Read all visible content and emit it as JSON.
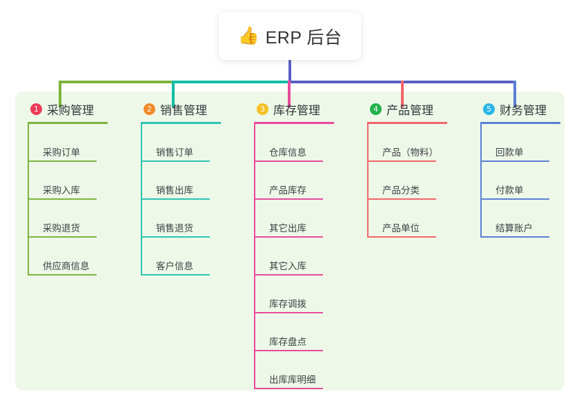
{
  "root": {
    "icon": "thumbs-up-icon",
    "icon_glyph": "👍",
    "title": "ERP 后台"
  },
  "theme": {
    "panel_bg": "#eef8e8",
    "page_bg": "#ffffff",
    "root_stem": "#5a5ec4"
  },
  "connectors": {
    "segment_a_color": "#7cb43c",
    "segment_b_color": "#10bfa4",
    "segment_c_color": "#5a5ec4"
  },
  "columns": [
    {
      "number": "1",
      "title": "采购管理",
      "badge_color": "#ec3b5b",
      "line_color": "#7cb43c",
      "items": [
        {
          "label": "采购订单"
        },
        {
          "label": "采购入库"
        },
        {
          "label": "采购退货"
        },
        {
          "label": "供应商信息"
        }
      ]
    },
    {
      "number": "2",
      "title": "销售管理",
      "badge_color": "#f58a28",
      "line_color": "#2cc3b4",
      "items": [
        {
          "label": "销售订单"
        },
        {
          "label": "销售出库"
        },
        {
          "label": "销售退货"
        },
        {
          "label": "客户信息"
        }
      ]
    },
    {
      "number": "3",
      "title": "库存管理",
      "badge_color": "#f5c026",
      "line_color": "#e8499c",
      "items": [
        {
          "label": "仓库信息"
        },
        {
          "label": "产品库存"
        },
        {
          "label": "其它出库"
        },
        {
          "label": "其它入库"
        },
        {
          "label": "库存调拨"
        },
        {
          "label": "库存盘点"
        },
        {
          "label": "出库库明细"
        }
      ]
    },
    {
      "number": "4",
      "title": "产品管理",
      "badge_color": "#21b24b",
      "line_color": "#f2636b",
      "items": [
        {
          "label": "产品（物料）"
        },
        {
          "label": "产品分类"
        },
        {
          "label": "产品单位"
        }
      ]
    },
    {
      "number": "5",
      "title": "财务管理",
      "badge_color": "#29b6e8",
      "line_color": "#5a7fd4",
      "items": [
        {
          "label": "回款单"
        },
        {
          "label": "付款单"
        },
        {
          "label": "结算账户"
        }
      ]
    }
  ]
}
